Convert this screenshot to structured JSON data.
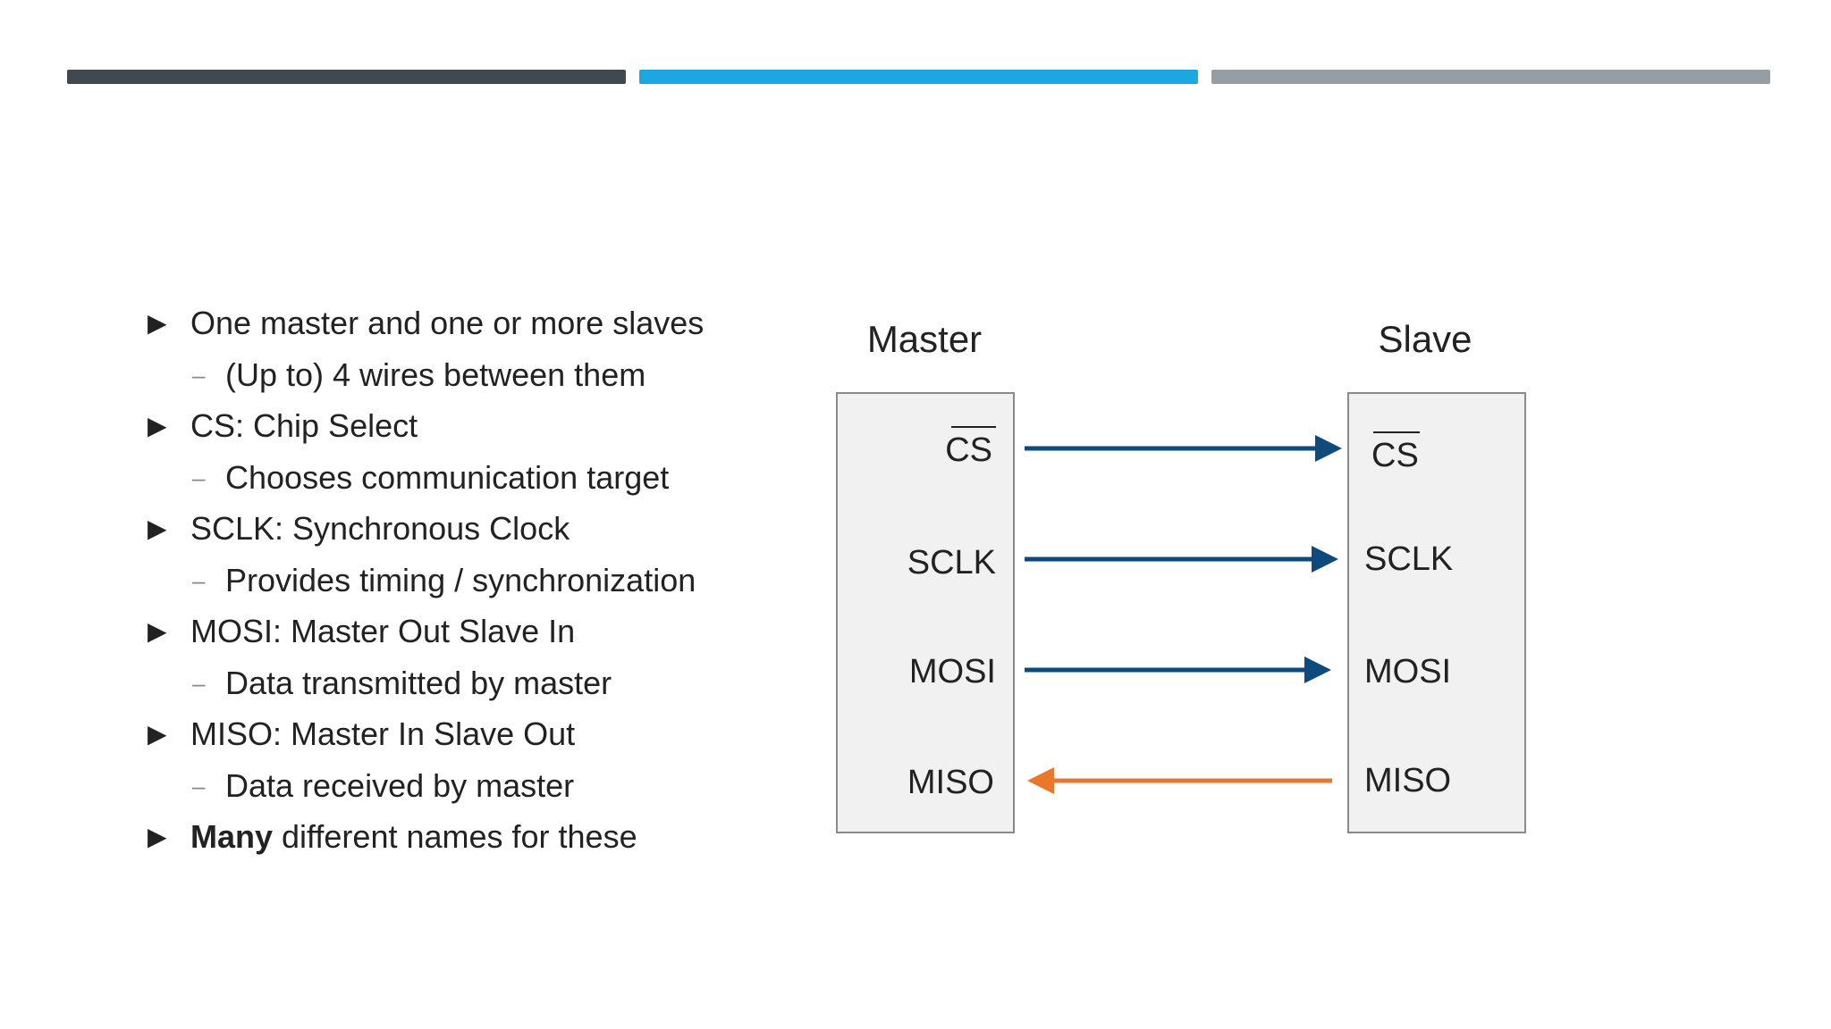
{
  "colors": {
    "bar_left": "#3f4a50",
    "bar_middle": "#1ba8e0",
    "bar_right": "#969ea3",
    "arrow_blue": "#0e4a7c",
    "arrow_orange": "#e9782b",
    "box_fill": "#f1f1f1",
    "box_stroke": "#8a8a8a"
  },
  "bullets": [
    {
      "level": 1,
      "marker": "▶",
      "bold": "",
      "text": "One master and one or more slaves"
    },
    {
      "level": 2,
      "marker": "–",
      "bold": "",
      "text": "(Up to) 4 wires between them"
    },
    {
      "level": 1,
      "marker": "▶",
      "bold": "",
      "text": "CS: Chip Select"
    },
    {
      "level": 2,
      "marker": "–",
      "bold": "",
      "text": "Chooses communication target"
    },
    {
      "level": 1,
      "marker": "▶",
      "bold": "",
      "text": "SCLK: Synchronous Clock"
    },
    {
      "level": 2,
      "marker": "–",
      "bold": "",
      "text": "Provides timing / synchronization"
    },
    {
      "level": 1,
      "marker": "▶",
      "bold": "",
      "text": "MOSI: Master Out Slave In"
    },
    {
      "level": 2,
      "marker": "–",
      "bold": "",
      "text": "Data transmitted by master"
    },
    {
      "level": 1,
      "marker": "▶",
      "bold": "",
      "text": "MISO: Master In Slave Out"
    },
    {
      "level": 2,
      "marker": "–",
      "bold": "",
      "text": "Data received by master"
    },
    {
      "level": 1,
      "marker": "▶",
      "bold": "Many",
      "text": " different names for these"
    }
  ],
  "diagram": {
    "master_title": "Master",
    "slave_title": "Slave",
    "signals": [
      "CS",
      "SCLK",
      "MOSI",
      "MISO"
    ],
    "directions": [
      "master-to-slave",
      "master-to-slave",
      "master-to-slave",
      "slave-to-master"
    ],
    "cs_active_low": true
  }
}
